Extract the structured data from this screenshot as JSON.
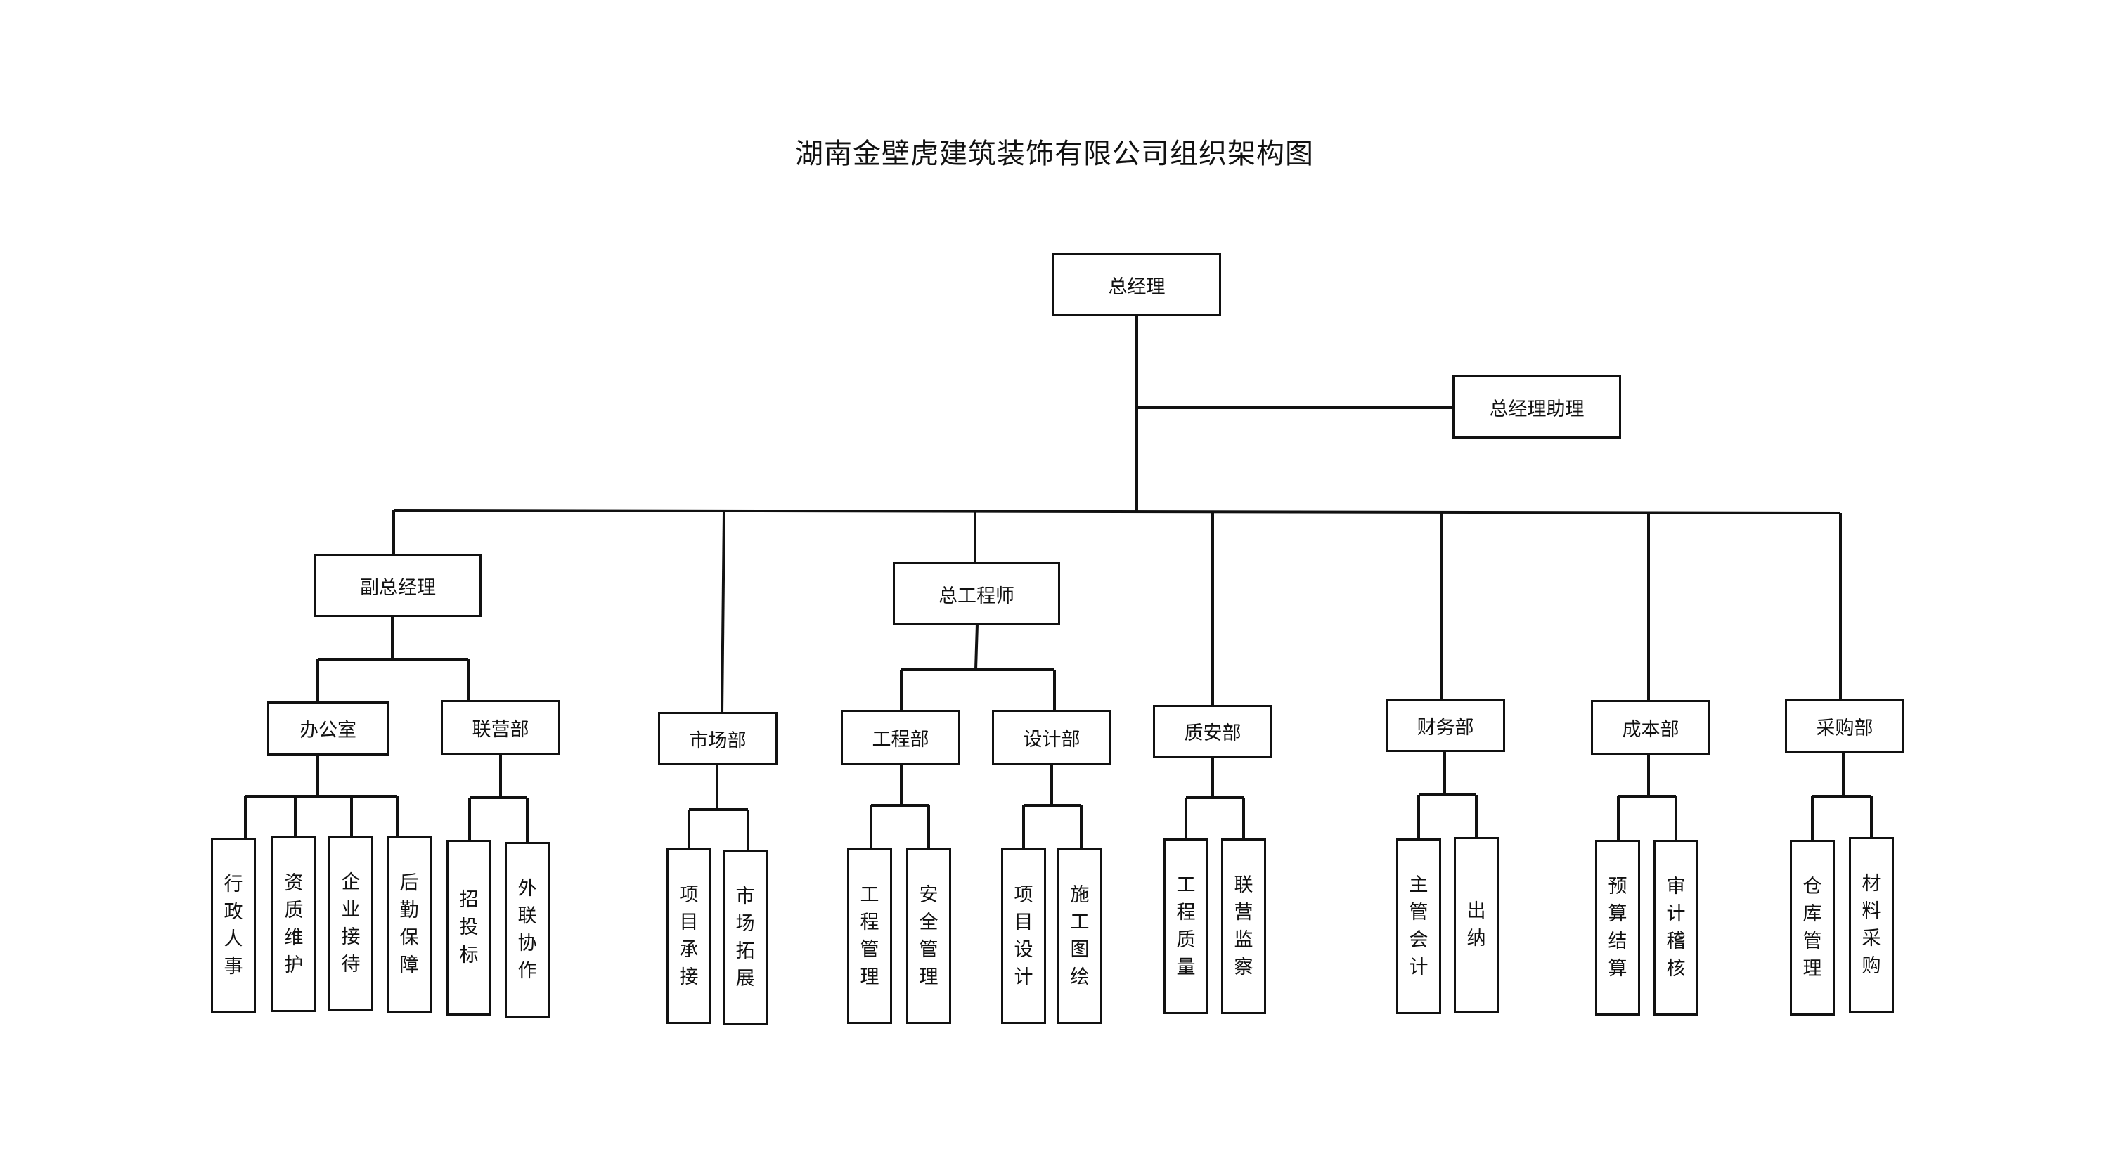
{
  "title": "湖南金壁虎建筑装饰有限公司组织架构图",
  "top": {
    "gm": "总经理",
    "assistant": "总经理助理"
  },
  "level2": {
    "vgm": "副总经理",
    "chief_engineer": "总工程师"
  },
  "departments": {
    "office": "办公室",
    "joint": "联营部",
    "market": "市场部",
    "engineering": "工程部",
    "design": "设计部",
    "quality": "质安部",
    "finance": "财务部",
    "cost": "成本部",
    "purchase": "采购部"
  },
  "roles": {
    "office": [
      "行政人事",
      "资质维护",
      "企业接待",
      "后勤保障"
    ],
    "joint": [
      "招投标",
      "外联协作"
    ],
    "market": [
      "项目承接",
      "市场拓展"
    ],
    "engineering": [
      "工程管理",
      "安全管理"
    ],
    "design": [
      "项目设计",
      "施工图绘"
    ],
    "quality": [
      "工程质量",
      "联营监察"
    ],
    "finance": [
      "主管会计",
      "出纳"
    ],
    "cost": [
      "预算结算",
      "审计稽核"
    ],
    "purchase": [
      "仓库管理",
      "材料采购"
    ]
  }
}
